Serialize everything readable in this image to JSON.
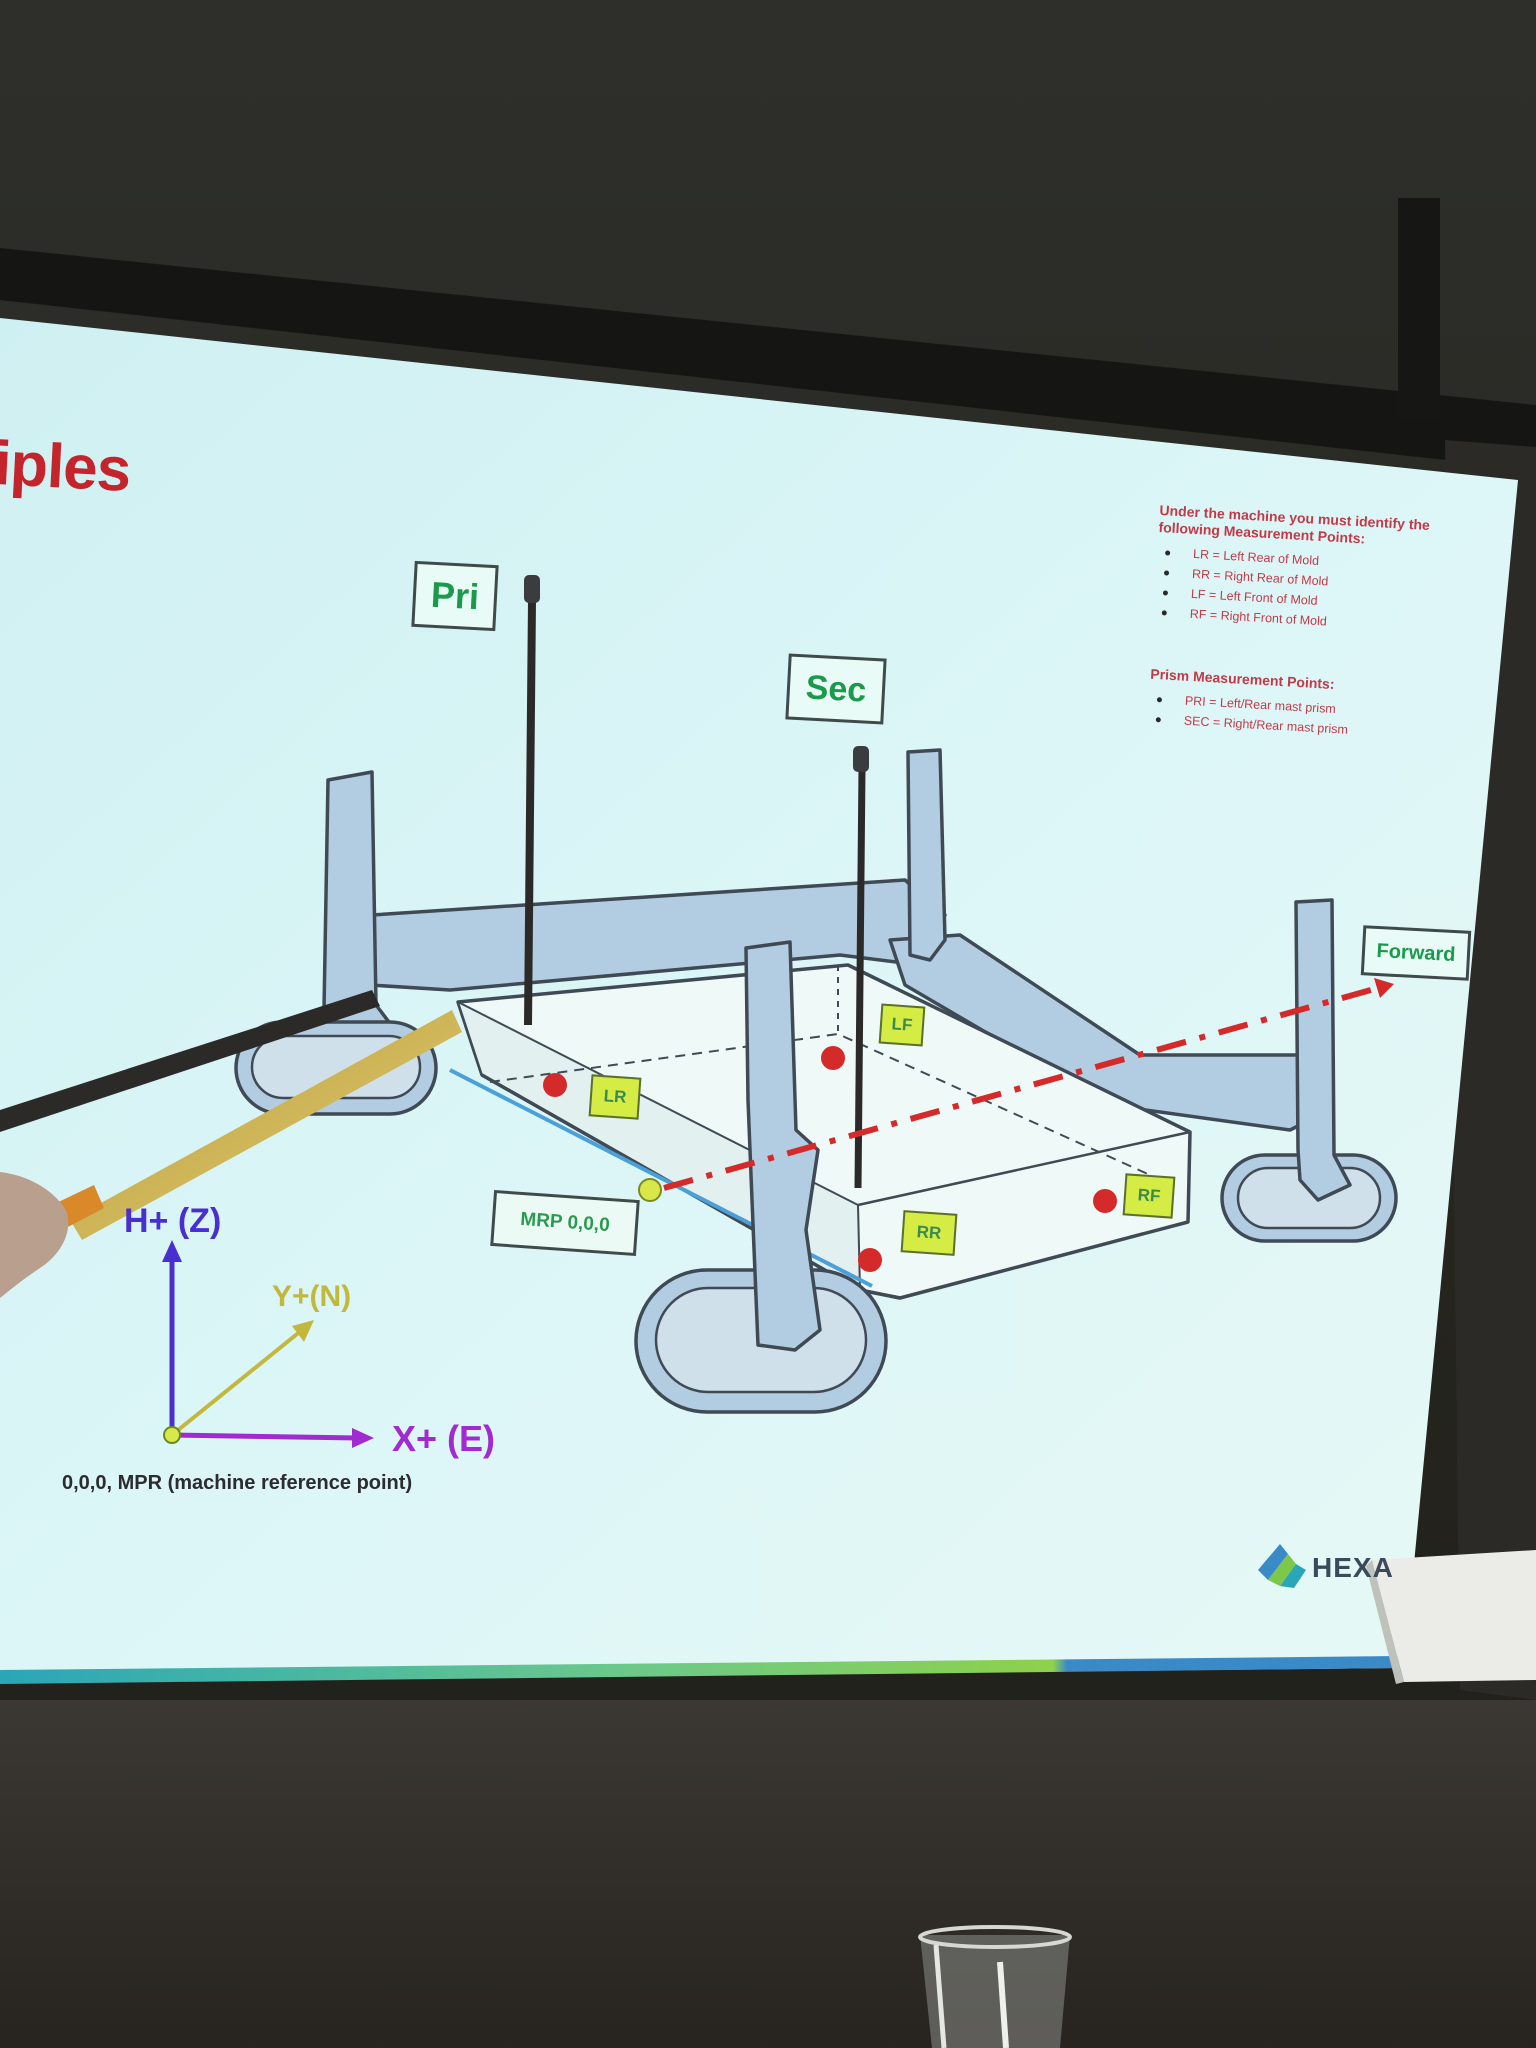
{
  "slide": {
    "title_fragment": "iples",
    "labels": {
      "pri": "Pri",
      "sec": "Sec",
      "forward": "Forward",
      "mrp": "MRP 0,0,0"
    },
    "points": {
      "lr": "LR",
      "lf": "LF",
      "rr": "RR",
      "rf": "RF"
    },
    "axes": {
      "h": "H+ (Z)",
      "y": "Y+(N)",
      "x": "X+ (E)",
      "origin_caption": "0,0,0, MPR (machine reference point)"
    },
    "notes": {
      "measurement_heading": "Under the machine you must identify the following Measurement Points:",
      "measurement_points": [
        "LR = Left Rear of Mold",
        "RR = Right Rear of Mold",
        "LF = Left Front of Mold",
        "RF = Right Front of Mold"
      ],
      "prism_heading": "Prism Measurement Points:",
      "prism_points": [
        "PRI = Left/Rear mast prism",
        "SEC = Right/Rear mast prism"
      ]
    },
    "logo_text": "HEXA",
    "colors": {
      "title": "#c4242c",
      "label_green": "#1a9a4a",
      "point_red": "#d42a2a",
      "axis_h": "#4a2fd0",
      "axis_y": "#c2b83e",
      "axis_x": "#a12ad0",
      "screen": "#d6f3f5"
    }
  }
}
